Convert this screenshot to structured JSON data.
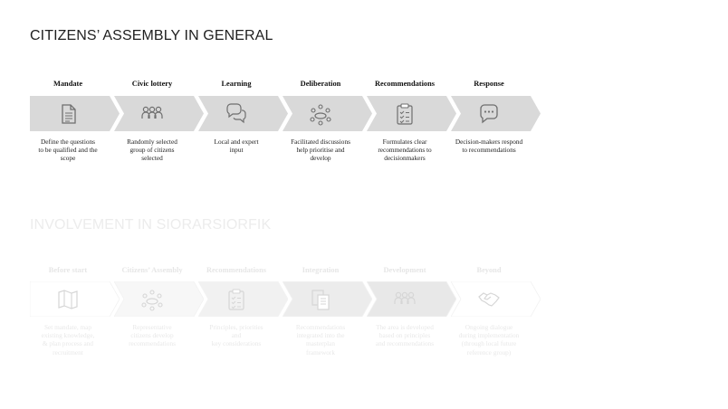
{
  "section1": {
    "title": "CITIZENS’ ASSEMBLY IN GENERAL",
    "steps": [
      {
        "label": "Mandate",
        "icon": "document-icon",
        "desc": [
          "Define the questions",
          "to be qualified and the",
          "scope"
        ]
      },
      {
        "label": "Civic lottery",
        "icon": "people-group-icon",
        "desc": [
          "Randomly selected",
          "group of citizens",
          "selected"
        ]
      },
      {
        "label": "Learning",
        "icon": "speech-bubbles-icon",
        "desc": [
          "Local and expert",
          "input"
        ]
      },
      {
        "label": "Deliberation",
        "icon": "round-table-icon",
        "desc": [
          "Facilitated discussions",
          "help prioritise and",
          "develop"
        ]
      },
      {
        "label": "Recommendations",
        "icon": "clipboard-checklist-icon",
        "desc": [
          "Formulates clear",
          "recommendations to",
          "decisionmakers"
        ]
      },
      {
        "label": "Response",
        "icon": "chat-bubble-icon",
        "desc": [
          "Decision-makers respond",
          "to recommendations"
        ]
      }
    ]
  },
  "section2": {
    "title": "INVOLVEMENT IN SIORARSIORFIK",
    "steps": [
      {
        "label": "Before start",
        "icon": "map-icon",
        "desc": [
          "Set mandate, map",
          "existing knowledge,",
          "& plan process and",
          "recruitment"
        ]
      },
      {
        "label": "Citizens’ Assembly",
        "icon": "round-table-icon",
        "desc": [
          "Representative",
          "citizens develop",
          "recommendations"
        ]
      },
      {
        "label": "Recommendations",
        "icon": "clipboard-checklist-icon",
        "desc": [
          "Principles, priorities",
          "and",
          "key considerations"
        ]
      },
      {
        "label": "Integration",
        "icon": "documents-icon",
        "desc": [
          "Recommendations",
          "integrated into the",
          "masterplan",
          "framework"
        ]
      },
      {
        "label": "Development",
        "icon": "people-group-icon",
        "desc": [
          "The area is developed",
          "based on principles",
          "and recommendations"
        ]
      },
      {
        "label": "Beyond",
        "icon": "handshake-icon",
        "desc": [
          "Ongoing dialogue",
          "during implementation",
          "(through local future",
          "reference group)"
        ]
      }
    ]
  },
  "colors": {
    "row1_fill": "#d9d9d9",
    "row1_icon": "#6f6f6f",
    "row2_fills": [
      "#ffffff",
      "#f7f7f7",
      "#f1f1f1",
      "#ececec",
      "#e8e8e8",
      "#ffffff"
    ],
    "row2_icon": "#d6d6d6"
  }
}
